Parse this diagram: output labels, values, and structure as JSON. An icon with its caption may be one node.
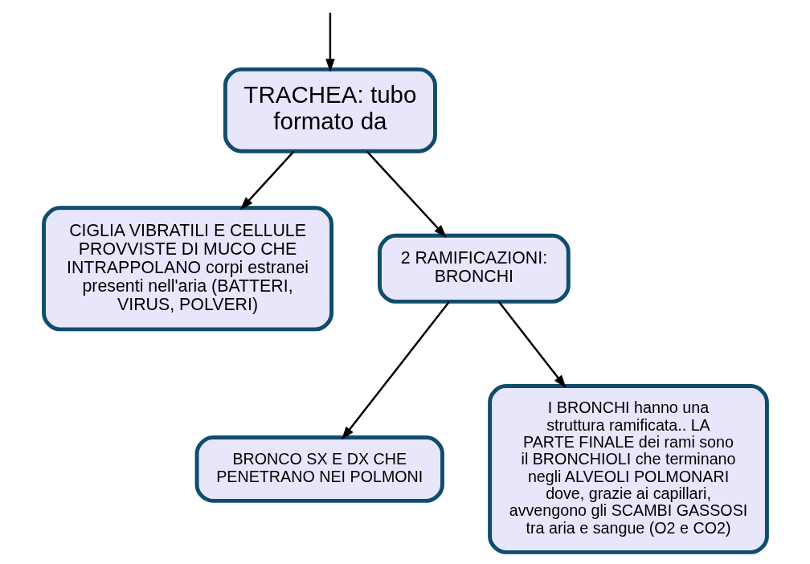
{
  "diagram": {
    "nodes": [
      {
        "text": [
          "TRACHEA: tubo formato da"
        ]
      },
      {
        "text": [
          "CIGLIA VIBRATILI E CELLULE PROVVISTE DI MUCO CHE INTRAPPOLANO corpi estranei presenti nell'aria (BATTERI, VIRUS, POLVERI)"
        ]
      },
      {
        "text": [
          "2 RAMIFICAZIONI: BRONCHI"
        ]
      },
      {
        "text": [
          "BRONCO SX E DX CHE PENETRANO NEI POLMONI"
        ]
      },
      {
        "text": [
          "I BRONCHI hanno una struttura ramificata.. LA PARTE FINALE dei rami sono il BRONCHIOLI che terminano negli ALVEOLI POLMONARI dove, grazie ai capillari, avvengono gli SCAMBI GASSOSI tra aria e sangue (O2 e CO2)"
        ]
      }
    ],
    "edges": [
      {
        "from": null,
        "to": 0,
        "arrow": "to"
      },
      {
        "from": 0,
        "to": 1,
        "arrow": "to"
      },
      {
        "from": 0,
        "to": 2,
        "arrow": "to"
      },
      {
        "from": 2,
        "to": 3,
        "arrow": "to"
      },
      {
        "from": 2,
        "to": 4,
        "arrow": "to"
      }
    ]
  }
}
